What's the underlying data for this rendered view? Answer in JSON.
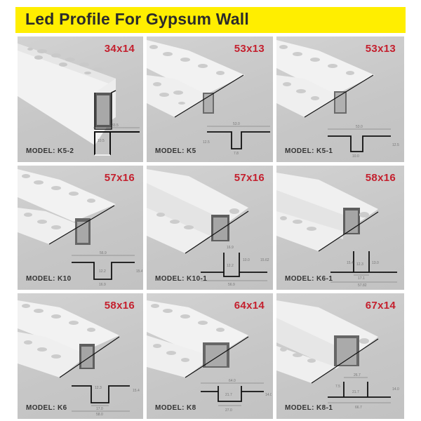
{
  "banner": {
    "title": "Led Profile For Gypsum Wall",
    "background_color": "#ffee00",
    "text_color": "#2b2b2b"
  },
  "colors": {
    "size_label": "#c4202e",
    "panel_bg": "#c8c8c8"
  },
  "products": [
    {
      "size": "34x14",
      "model": "MODEL: K5-2",
      "dims": [
        "33.5",
        "10.5",
        "14.0"
      ]
    },
    {
      "size": "53x13",
      "model": "MODEL: K5",
      "dims": [
        "53.0",
        "12.5",
        "7.8"
      ]
    },
    {
      "size": "53x13",
      "model": "MODEL: K5-1",
      "dims": [
        "53.0",
        "12.5",
        "10.0"
      ]
    },
    {
      "size": "57x16",
      "model": "MODEL: K10",
      "dims": [
        "56.9",
        "12.2",
        "15.4",
        "16.9"
      ]
    },
    {
      "size": "57x16",
      "model": "MODEL: K10-1",
      "dims": [
        "16.9",
        "12.2",
        "10.0",
        "15.62",
        "56.9"
      ]
    },
    {
      "size": "58x16",
      "model": "MODEL: K6-1",
      "dims": [
        "15.4",
        "12.3",
        "13.0",
        "17.1",
        "57.82"
      ]
    },
    {
      "size": "58x16",
      "model": "MODEL: K6",
      "dims": [
        "12.3",
        "15.4",
        "17.0",
        "58.0"
      ]
    },
    {
      "size": "64x14",
      "model": "MODEL: K8",
      "dims": [
        "64.0",
        "21.7",
        "14.0",
        "27.0"
      ]
    },
    {
      "size": "67x14",
      "model": "MODEL: K8-1",
      "dims": [
        "26.7",
        "21.7",
        "14.0",
        "66.7",
        "7.5"
      ]
    }
  ]
}
